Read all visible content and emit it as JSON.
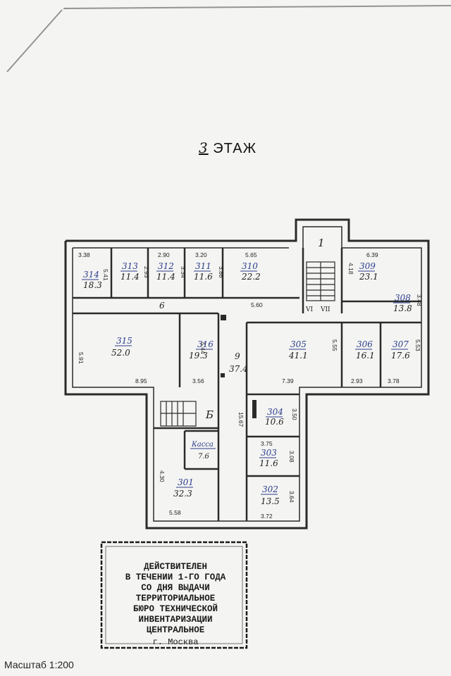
{
  "floor_title": {
    "number": "3",
    "suffix": "ЭТАЖ"
  },
  "rooms": [
    {
      "id": "314",
      "area": "18.3"
    },
    {
      "id": "313",
      "area": "11.4"
    },
    {
      "id": "312",
      "area": "11.4"
    },
    {
      "id": "311",
      "area": "11.6"
    },
    {
      "id": "310",
      "area": "22.2"
    },
    {
      "id": "309",
      "area": "23.1"
    },
    {
      "id": "308",
      "area": "13.8"
    },
    {
      "id": "315",
      "area": "52.0"
    },
    {
      "id": "316",
      "area": "19.3"
    },
    {
      "id": "9",
      "area": "37.4"
    },
    {
      "id": "305",
      "area": "41.1"
    },
    {
      "id": "306",
      "area": "16.1"
    },
    {
      "id": "307",
      "area": "17.6"
    },
    {
      "id": "304",
      "area": "10.6"
    },
    {
      "id": "Касса",
      "area": "7.6"
    },
    {
      "id": "303",
      "area": "11.6"
    },
    {
      "id": "301",
      "area": "32.3"
    },
    {
      "id": "302",
      "area": "13.5"
    }
  ],
  "marks": {
    "stair_1": "1",
    "stair_2": "Б",
    "corridor_6": "6",
    "vi": "VI",
    "vii": "VII"
  },
  "dimensions": {
    "d338": "3.38",
    "d290": "2.90",
    "d320": "3.20",
    "d565": "5.65",
    "d639": "6.39",
    "d560": "5.60",
    "d591": "5.91",
    "d895": "8.95",
    "d356": "3.56",
    "d739": "7.39",
    "d293": "2.93",
    "d378": "3.78",
    "d1567": "15.67",
    "d558": "5.58",
    "d372": "3.72",
    "d375": "3.75",
    "d430": "4.30",
    "d544": "5.44",
    "d553": "5.53",
    "d555": "5.55",
    "d418": "4.18",
    "d541": "5.41",
    "d293b": "2.93",
    "d308": "3.08",
    "d364": "3.64",
    "d350": "3.50",
    "d386": "3.86",
    "d348": "3.48",
    "d334": "3.34"
  },
  "stamp": {
    "lines": [
      "ДЕЙСТВИТЕЛЕН",
      "В ТЕЧЕНИИ 1-го ГОДА",
      "СО ДНЯ ВЫДАЧИ",
      "ТЕРРИТОРИАЛЬНОЕ",
      "БЮРО ТЕХНИЧЕСКОЙ",
      "ИНВЕНТАРИЗАЦИИ",
      "ЦЕНТРАЛЬНОЕ"
    ],
    "city": "г. Москва"
  },
  "scale_label": "Масштаб 1:200",
  "colors": {
    "ink": "#1e1e1e",
    "wall": "#2a2a2a",
    "blue_ink": "#2b3d8c",
    "paper": "#f4f4f2"
  }
}
